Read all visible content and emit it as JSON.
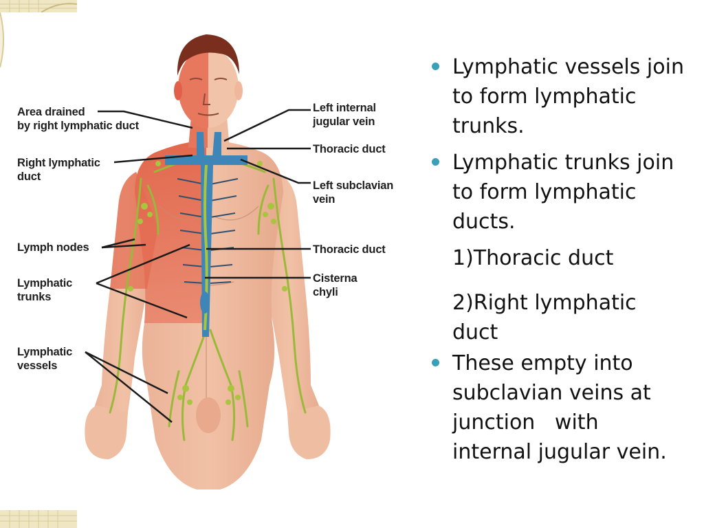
{
  "figure": {
    "labels": {
      "area_drained": [
        "Area drained",
        "by right lymphatic duct"
      ],
      "right_lymphatic_duct": [
        "Right lymphatic",
        "duct"
      ],
      "lymph_nodes": [
        "Lymph nodes"
      ],
      "lymphatic_trunks": [
        "Lymphatic",
        "trunks"
      ],
      "lymphatic_vessels": [
        "Lymphatic",
        "vessels"
      ],
      "left_internal_jugular_vein": [
        "Left internal",
        "jugular vein"
      ],
      "thoracic_duct_upper": [
        "Thoracic duct"
      ],
      "left_subclavian_vein": [
        "Left subclavian",
        "vein"
      ],
      "thoracic_duct_lower": [
        "Thoracic duct"
      ],
      "cisterna_chyli": [
        "Cisterna",
        "chyli"
      ]
    },
    "colors": {
      "skin": "#e8a98a",
      "drained_area": "#e26a4e",
      "hair": "#7a2e1e",
      "vein_blue": "#3f86b8",
      "lymph_green": "#9ab83a",
      "leader_line": "#1a1a1a"
    }
  },
  "bullets": [
    {
      "type": "bullet",
      "lines": [
        "Lymphatic vessels join",
        "to form lymphatic",
        "trunks."
      ]
    },
    {
      "type": "bullet",
      "lines": [
        "Lymphatic trunks join",
        "to form lymphatic",
        "ducts."
      ]
    },
    {
      "type": "sub",
      "lines": [
        "1)Thoracic duct"
      ]
    },
    {
      "type": "sub",
      "lines": [
        "2)Right lymphatic",
        "duct"
      ]
    },
    {
      "type": "bullet",
      "lines": [
        "These empty into",
        "subclavian veins at",
        "junction   with",
        "internal jugular vein."
      ]
    }
  ],
  "theme": {
    "bullet_color": "#3aa0b8",
    "corner_color": "#e6dcb0"
  }
}
